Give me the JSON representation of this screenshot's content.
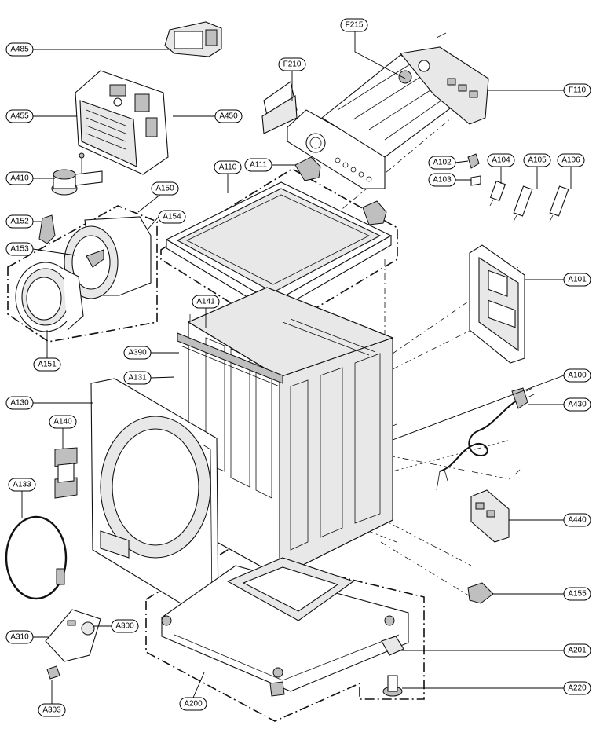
{
  "labels": {
    "A485": "A485",
    "F215": "F215",
    "F210": "F210",
    "F110": "F110",
    "A455": "A455",
    "A450": "A450",
    "A410": "A410",
    "A110": "A110",
    "A111": "A111",
    "A102": "A102",
    "A103": "A103",
    "A104": "A104",
    "A105": "A105",
    "A106": "A106",
    "A150": "A150",
    "A152": "A152",
    "A154": "A154",
    "A153": "A153",
    "A151": "A151",
    "A101": "A101",
    "A141": "A141",
    "A390": "A390",
    "A131": "A131",
    "A100": "A100",
    "A130": "A130",
    "A430": "A430",
    "A140": "A140",
    "A133": "A133",
    "A440": "A440",
    "A155": "A155",
    "A310": "A310",
    "A300": "A300",
    "A201": "A201",
    "A220": "A220",
    "A303": "A303",
    "A200": "A200"
  }
}
